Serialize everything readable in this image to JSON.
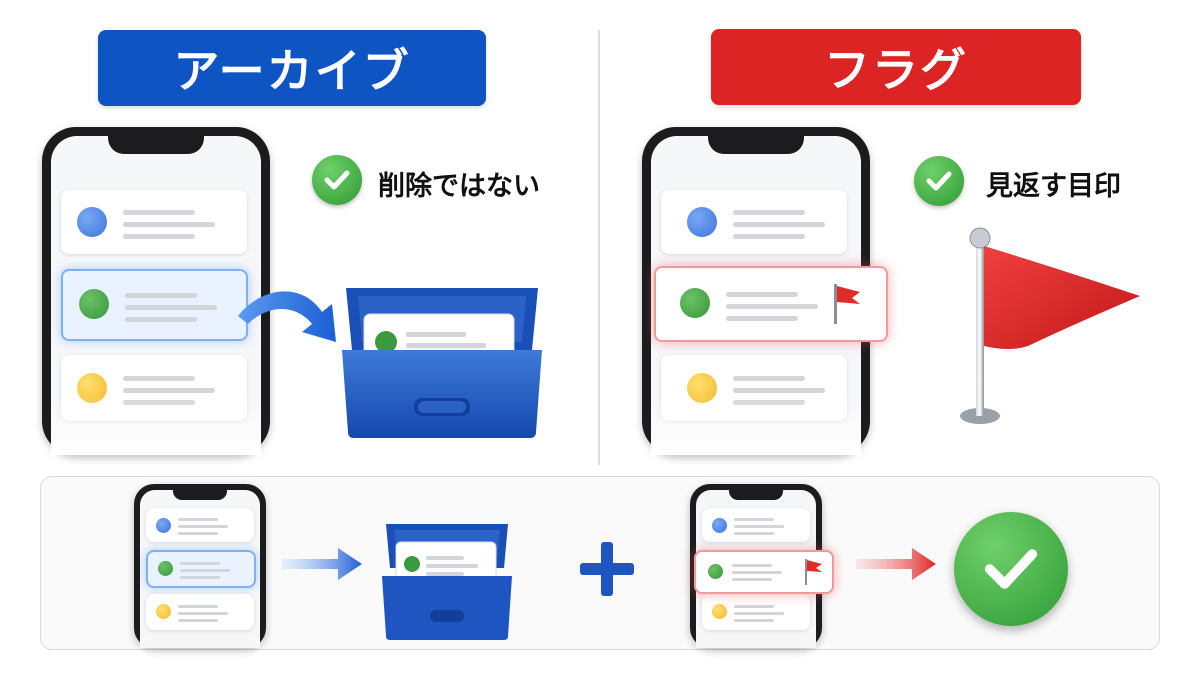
{
  "archive": {
    "title": "アーカイブ",
    "note": "削除ではない",
    "accent": "#0e54c3"
  },
  "flag": {
    "title": "フラグ",
    "note": "見返す目印",
    "accent": "#dc2424"
  },
  "icons": {
    "check": "check-circle-icon",
    "flag": "red-flag-icon",
    "arrow": "curved-arrow-icon",
    "box": "archive-box-icon",
    "plus": "plus-icon"
  },
  "colors": {
    "blue_dot": "#3d74da",
    "green_dot": "#36963a",
    "yellow_dot": "#f4b92a",
    "check_green": "#2e9a34"
  }
}
